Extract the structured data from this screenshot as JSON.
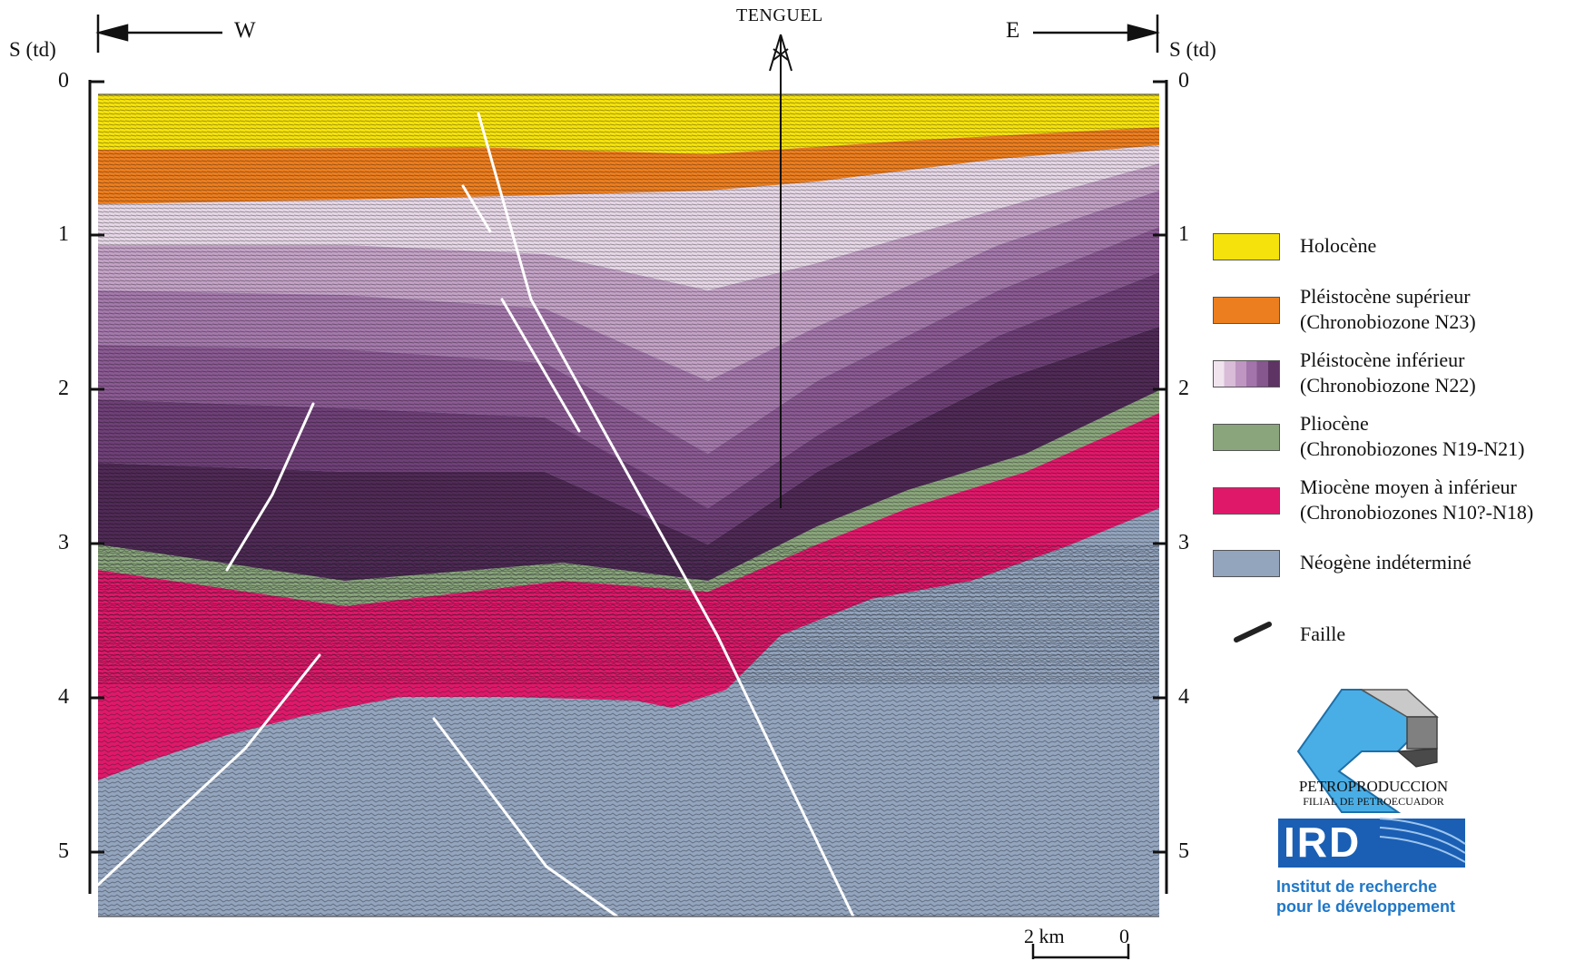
{
  "section": {
    "left_axis_title": "S (td)",
    "right_axis_title": "S (td)",
    "depth_ticks": [
      "0",
      "1",
      "2",
      "3",
      "4",
      "5"
    ],
    "west_label": "W",
    "east_label": "E",
    "well_label": "TENGUEL"
  },
  "scale_bar": {
    "label_distance": "2 km",
    "label_zero": "0"
  },
  "legend": [
    {
      "label": "Holocène",
      "sublabel": "",
      "color": "#f5e20c"
    },
    {
      "label": "Pléistocène supérieur",
      "sublabel": "(Chronobiozone N23)",
      "color": "#ec7e1f"
    },
    {
      "label": "Pléistocène inférieur",
      "sublabel": "(Chronobiozone N22)",
      "colors": [
        "#f1e4ef",
        "#d8bcd8",
        "#bf96c2",
        "#a373ab",
        "#86568f",
        "#5e3464"
      ]
    },
    {
      "label": "Pliocène",
      "sublabel": "(Chronobiozones N19-N21)",
      "color": "#8aa57c"
    },
    {
      "label": "Miocène moyen à inférieur",
      "sublabel": "(Chronobiozones N10?-N18)",
      "color": "#e0186a"
    },
    {
      "label": "Néogène indéterminé",
      "sublabel": "",
      "color": "#93a4bd"
    },
    {
      "label": "Faille",
      "sublabel": "",
      "color": "#222222"
    }
  ],
  "logos": {
    "petro_line1": "PETROPRODUCCION",
    "petro_line2": "FILIAL DE PETROECUADOR",
    "ird_mark": "IRD",
    "ird_line1": "Institut de recherche",
    "ird_line2": "pour le développement"
  }
}
